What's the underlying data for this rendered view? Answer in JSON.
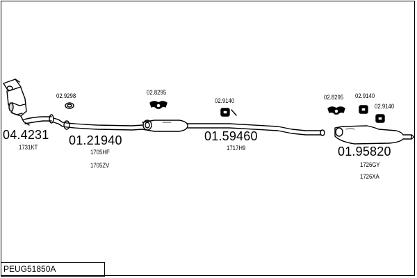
{
  "reference": "PEUG51850A",
  "groups": [
    {
      "id": "catalytic",
      "part_number": "04.4231",
      "codes": [
        "1731KT"
      ]
    },
    {
      "id": "front_pipe",
      "part_number": "01.21940",
      "codes": [
        "1705HF",
        "1705ZV"
      ]
    },
    {
      "id": "middle",
      "part_number": "01.59460",
      "codes": [
        "1717H9"
      ]
    },
    {
      "id": "rear",
      "part_number": "01.95820",
      "codes": [
        "1726GY",
        "1726XA"
      ]
    }
  ],
  "accessories": [
    {
      "id": "gasket_1",
      "code": "02.9298"
    },
    {
      "id": "mount_1",
      "code": "02.8295"
    },
    {
      "id": "hanger_1",
      "code": "02.9140"
    },
    {
      "id": "mount_2",
      "code": "02.8295"
    },
    {
      "id": "hanger_2",
      "code": "02.9140"
    },
    {
      "id": "hanger_3",
      "code": "02.9140"
    }
  ],
  "colors": {
    "line": "#000000",
    "background": "#ffffff"
  }
}
